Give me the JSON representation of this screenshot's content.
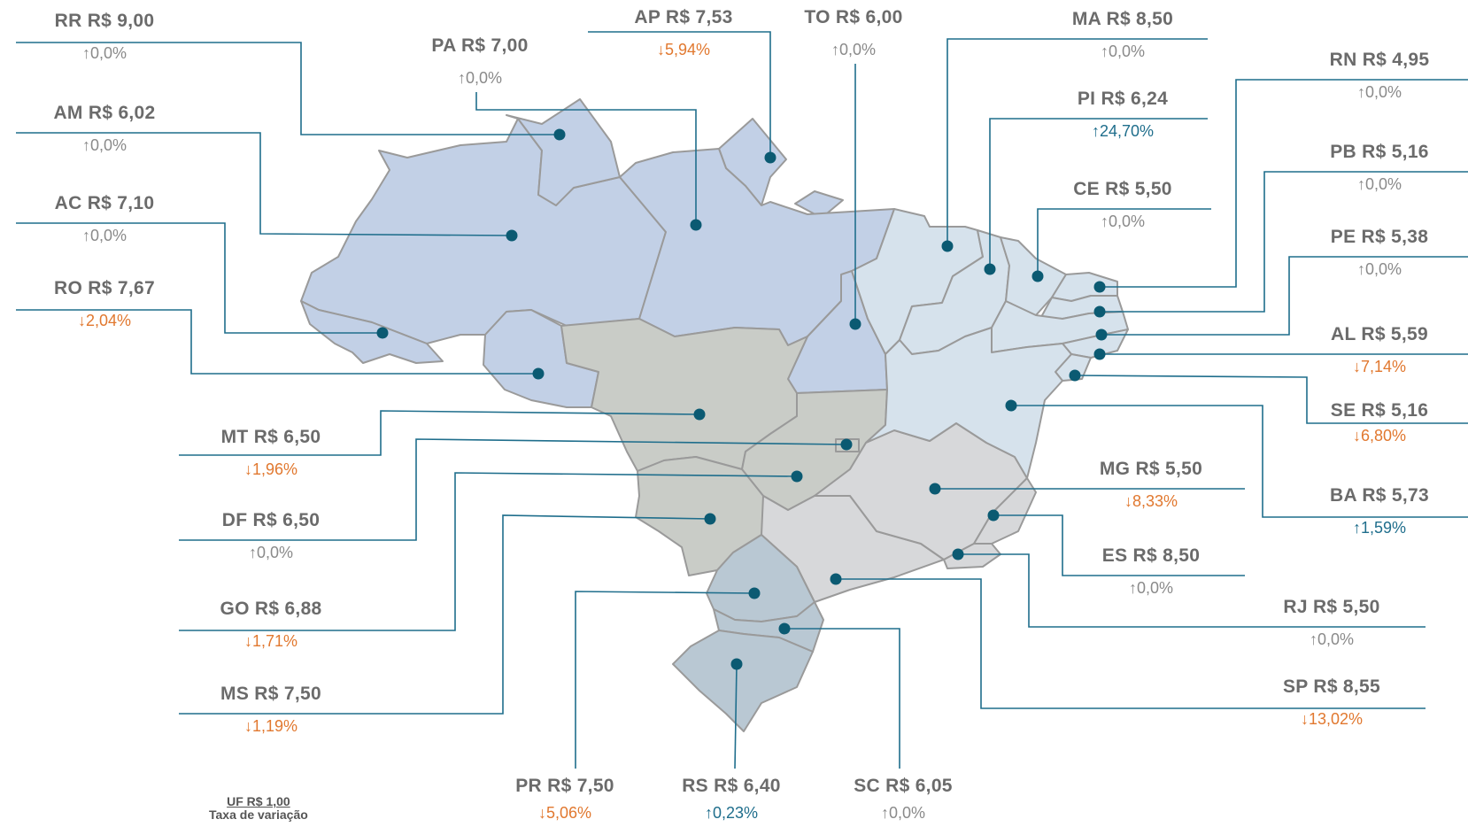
{
  "colors": {
    "north": "#c2d0e6",
    "northeast": "#d6e2ec",
    "midwest": "#c9ccc7",
    "southeast": "#d7d8da",
    "south": "#b9c8d3",
    "border": "#9a9a9a",
    "leader": "#1f6e8c",
    "dot": "#0b5a72",
    "up": "#1f6e8c",
    "down": "#e1782f",
    "neutral": "#8a8a8a"
  },
  "legend": {
    "price": "UF R$ 1,00",
    "rate": "Taxa de variação"
  },
  "states": {
    "RR": {
      "label": "RR R$ 9,00",
      "rate": "↑0,0%",
      "trend": "neutral"
    },
    "AM": {
      "label": "AM R$ 6,02",
      "rate": "↑0,0%",
      "trend": "neutral"
    },
    "AC": {
      "label": "AC R$ 7,10",
      "rate": "↑0,0%",
      "trend": "neutral"
    },
    "RO": {
      "label": "RO R$ 7,67",
      "rate": "↓2,04%",
      "trend": "down"
    },
    "PA": {
      "label": "PA R$ 7,00",
      "rate": "↑0,0%",
      "trend": "neutral"
    },
    "AP": {
      "label": "AP R$ 7,53",
      "rate": "↓5,94%",
      "trend": "down"
    },
    "TO": {
      "label": "TO R$ 6,00",
      "rate": "↑0,0%",
      "trend": "neutral"
    },
    "MA": {
      "label": "MA R$ 8,50",
      "rate": "↑0,0%",
      "trend": "neutral"
    },
    "PI": {
      "label": "PI R$ 6,24",
      "rate": "↑24,70%",
      "trend": "up"
    },
    "CE": {
      "label": "CE R$ 5,50",
      "rate": "↑0,0%",
      "trend": "neutral"
    },
    "RN": {
      "label": "RN R$ 4,95",
      "rate": "↑0,0%",
      "trend": "neutral"
    },
    "PB": {
      "label": "PB R$ 5,16",
      "rate": "↑0,0%",
      "trend": "neutral"
    },
    "PE": {
      "label": "PE R$ 5,38",
      "rate": "↑0,0%",
      "trend": "neutral"
    },
    "AL": {
      "label": "AL R$ 5,59",
      "rate": "↓7,14%",
      "trend": "down"
    },
    "SE": {
      "label": "SE R$ 5,16",
      "rate": "↓6,80%",
      "trend": "down"
    },
    "BA": {
      "label": "BA R$ 5,73",
      "rate": "↑1,59%",
      "trend": "up"
    },
    "MG": {
      "label": "MG R$ 5,50",
      "rate": "↓8,33%",
      "trend": "down"
    },
    "ES": {
      "label": "ES R$ 8,50",
      "rate": "↑0,0%",
      "trend": "neutral"
    },
    "RJ": {
      "label": "RJ R$ 5,50",
      "rate": "↑0,0%",
      "trend": "neutral"
    },
    "SP": {
      "label": "SP R$ 8,55",
      "rate": "↓13,02%",
      "trend": "down"
    },
    "MT": {
      "label": "MT R$ 6,50",
      "rate": "↓1,96%",
      "trend": "down"
    },
    "DF": {
      "label": "DF R$ 6,50",
      "rate": "↑0,0%",
      "trend": "neutral"
    },
    "GO": {
      "label": "GO R$ 6,88",
      "rate": "↓1,71%",
      "trend": "down"
    },
    "MS": {
      "label": "MS R$ 7,50",
      "rate": "↓1,19%",
      "trend": "down"
    },
    "PR": {
      "label": "PR R$ 7,50",
      "rate": "↓5,06%",
      "trend": "down"
    },
    "RS": {
      "label": "RS R$ 6,40",
      "rate": "↑0,23%",
      "trend": "up"
    },
    "SC": {
      "label": "SC R$ 6,05",
      "rate": "↑0,0%",
      "trend": "neutral"
    }
  }
}
